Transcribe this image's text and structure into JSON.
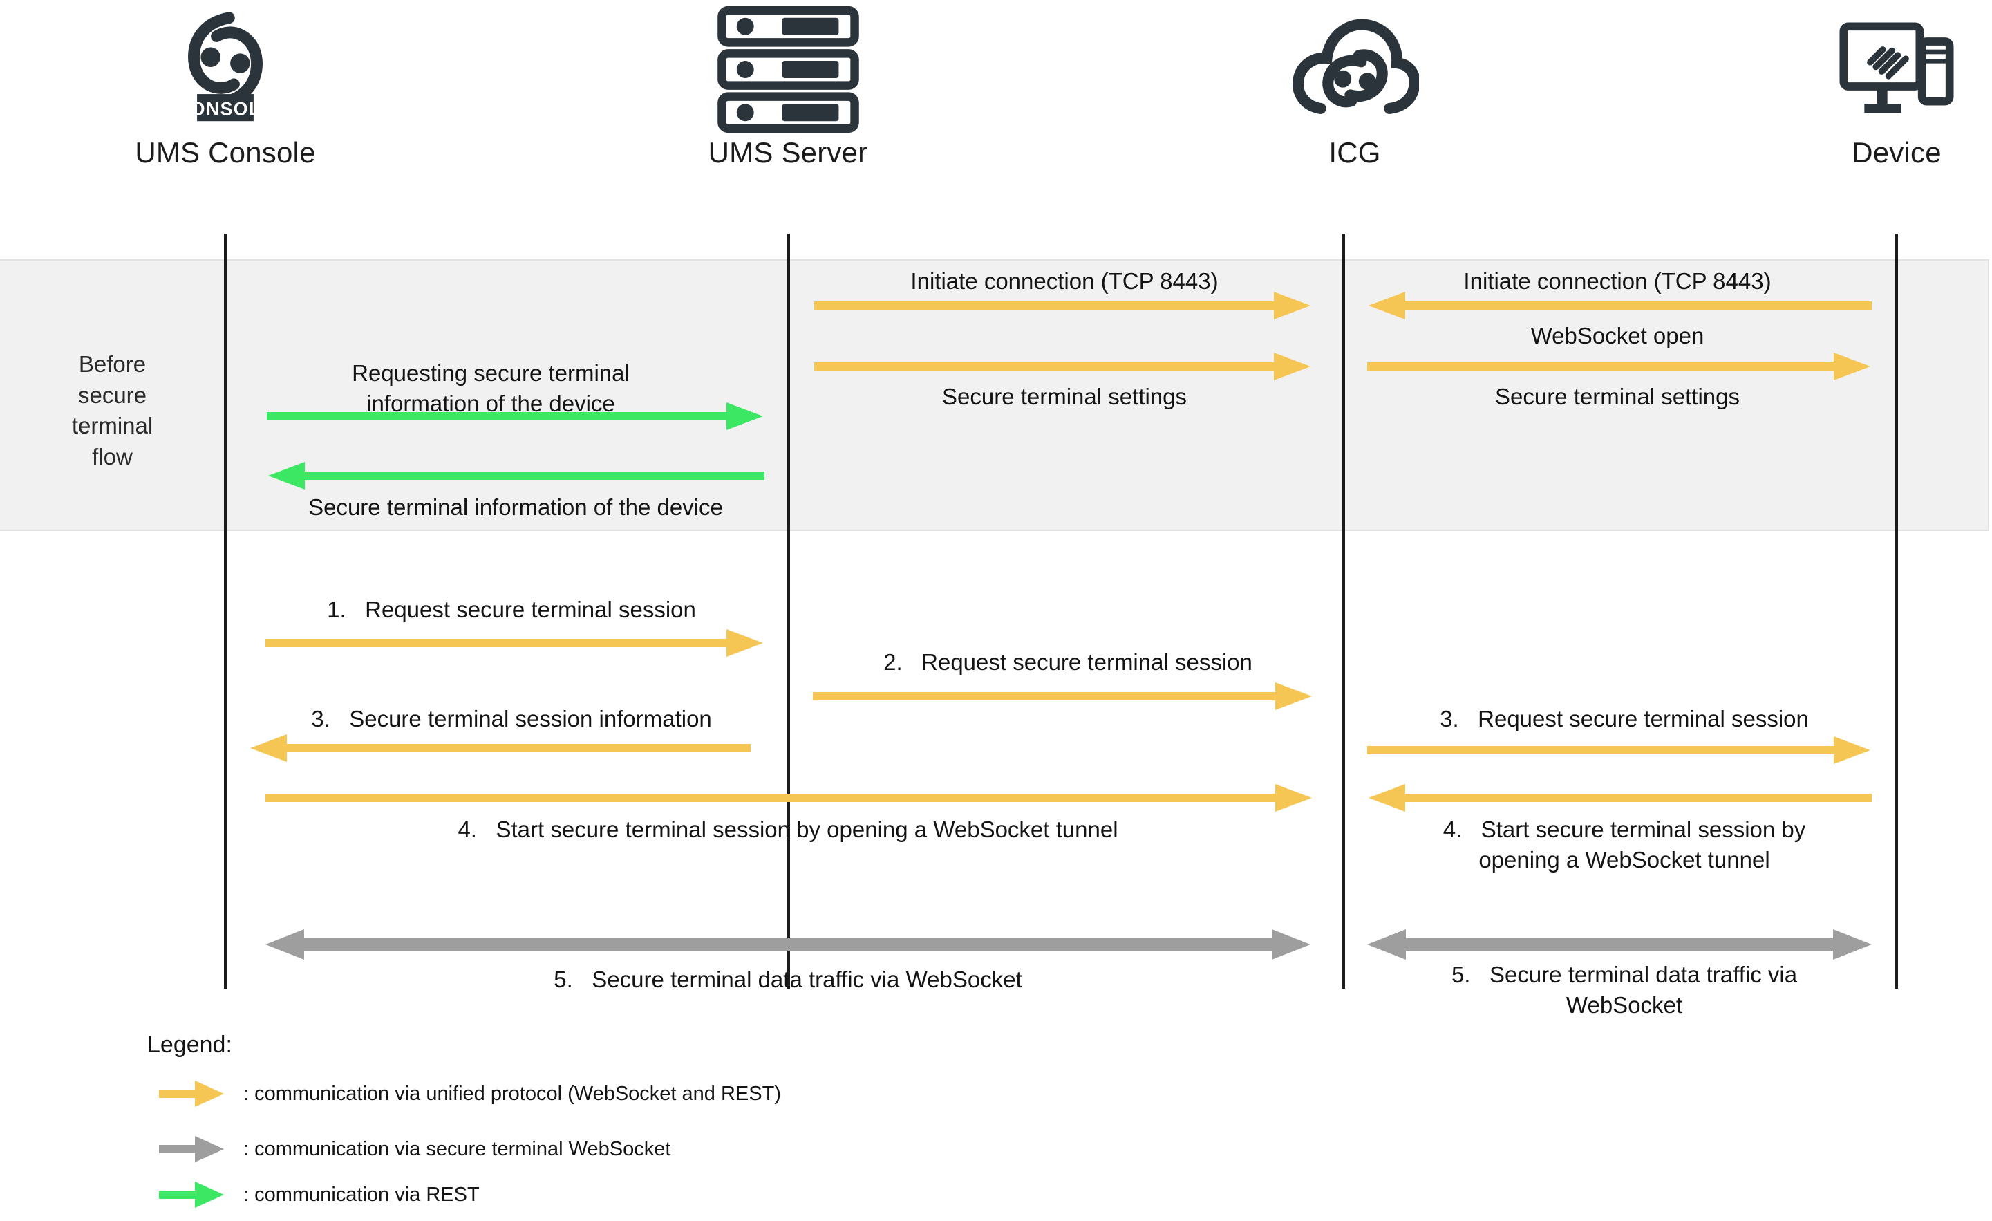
{
  "diagram": {
    "title": "Secure Terminal Communication Flow",
    "colors": {
      "unified_protocol": "#f5c653",
      "secure_terminal_websocket": "#9e9e9e",
      "rest": "#3ce863",
      "lifeline": "#1b1b1b",
      "band_background": "#f1f1f1",
      "icon": "#2b343a"
    }
  },
  "actors": [
    {
      "name": "UMS Console",
      "icon": "ums-console-logo-icon"
    },
    {
      "name": "UMS Server",
      "icon": "server-rack-icon"
    },
    {
      "name": "ICG",
      "icon": "cloud-gateway-icon"
    },
    {
      "name": "Device",
      "icon": "desktop-computer-icon"
    }
  ],
  "phase_band": {
    "label": "Before\nsecure\nterminal\nflow"
  },
  "messages": {
    "before": [
      {
        "text": "Requesting secure terminal\ninformation of the device",
        "from": "UMS Console",
        "to": "UMS Server",
        "direction": "right",
        "protocol": "rest"
      },
      {
        "text": "Secure terminal information of the device",
        "from": "UMS Server",
        "to": "UMS Console",
        "direction": "left",
        "protocol": "rest"
      },
      {
        "text": "Initiate connection (TCP 8443)",
        "from": "UMS Server",
        "to": "ICG",
        "direction": "right",
        "protocol": "unified_protocol"
      },
      {
        "text": "Secure terminal settings",
        "from": "UMS Server",
        "to": "ICG",
        "direction": "right",
        "protocol": "unified_protocol"
      },
      {
        "text": "Initiate connection (TCP 8443)",
        "from": "Device",
        "to": "ICG",
        "direction": "left",
        "protocol": "unified_protocol"
      },
      {
        "text": "WebSocket open",
        "from": "ICG",
        "to": "Device",
        "direction": "right",
        "protocol": "unified_protocol"
      },
      {
        "text": "Secure terminal settings",
        "from": "ICG",
        "to": "Device",
        "direction": "right",
        "protocol": "unified_protocol"
      }
    ],
    "flow": [
      {
        "step": "1.",
        "text": "Request secure terminal session",
        "from": "UMS Console",
        "to": "UMS Server",
        "direction": "right",
        "protocol": "unified_protocol"
      },
      {
        "step": "2.",
        "text": "Request secure terminal session",
        "from": "UMS Server",
        "to": "ICG",
        "direction": "right",
        "protocol": "unified_protocol"
      },
      {
        "step": "3.",
        "text": "Secure terminal session information",
        "from": "UMS Server",
        "to": "UMS Console",
        "direction": "left",
        "protocol": "unified_protocol"
      },
      {
        "step": "3.",
        "text": "Request secure terminal session",
        "from": "ICG",
        "to": "Device",
        "direction": "right",
        "protocol": "unified_protocol"
      },
      {
        "step": "4.",
        "text": "Start secure terminal session by opening a WebSocket tunnel",
        "from": "UMS Console",
        "to": "ICG",
        "direction": "right",
        "protocol": "unified_protocol"
      },
      {
        "step": "4.",
        "text": "Start secure terminal session by\nopening a WebSocket tunnel",
        "from": "Device",
        "to": "ICG",
        "direction": "left",
        "protocol": "unified_protocol"
      },
      {
        "step": "5.",
        "text": "Secure terminal data traffic via WebSocket",
        "from": "UMS Console",
        "to": "ICG",
        "direction": "both",
        "protocol": "secure_terminal_websocket"
      },
      {
        "step": "5.",
        "text": "Secure terminal data traffic via\nWebSocket",
        "from": "ICG",
        "to": "Device",
        "direction": "both",
        "protocol": "secure_terminal_websocket"
      }
    ]
  },
  "legend": {
    "title": "Legend:",
    "items": [
      {
        "color_key": "unified_protocol",
        "text": ": communication via unified protocol (WebSocket and REST)"
      },
      {
        "color_key": "secure_terminal_websocket",
        "text": ": communication via secure terminal WebSocket"
      },
      {
        "color_key": "rest",
        "text": ": communication via REST"
      }
    ]
  },
  "labels": {
    "msg_before_0": "Requesting secure terminal\ninformation of the device",
    "msg_before_1": "Secure terminal information of the device",
    "msg_before_2": "Initiate connection (TCP 8443)",
    "msg_before_3": "Secure terminal settings",
    "msg_before_4": "Initiate connection (TCP 8443)",
    "msg_before_5": "WebSocket open",
    "msg_before_6": "Secure terminal settings",
    "msg_flow_0": "1.   Request secure terminal session",
    "msg_flow_1": "2.   Request secure terminal session",
    "msg_flow_2": "3.   Secure terminal session information",
    "msg_flow_3": "3.   Request secure terminal session",
    "msg_flow_4": "4.   Start secure terminal session by opening a WebSocket tunnel",
    "msg_flow_5": "4.   Start secure terminal session by\nopening a WebSocket tunnel",
    "msg_flow_6": "5.   Secure terminal data traffic via WebSocket",
    "msg_flow_7": "5.   Secure terminal data traffic via\nWebSocket"
  }
}
